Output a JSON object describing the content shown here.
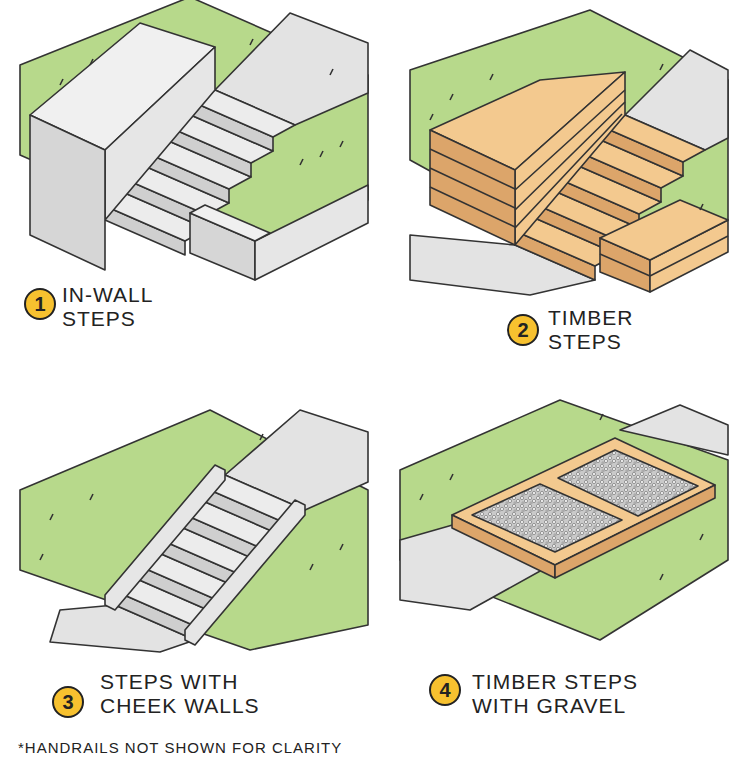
{
  "diagram": {
    "nodes": [
      {
        "text": [
          "1"
        ]
      },
      {
        "text": [
          "2"
        ]
      },
      {
        "text": [
          "3"
        ]
      },
      {
        "text": [
          "4"
        ]
      }
    ],
    "labels": [
      "IN-WALL STEPS",
      "TIMBER STEPS",
      "STEPS WITH CHEEK WALLS",
      "TIMBER STEPS WITH GRAVEL",
      "*HANDRAILS NOT SHOWN FOR CLARITY"
    ]
  }
}
